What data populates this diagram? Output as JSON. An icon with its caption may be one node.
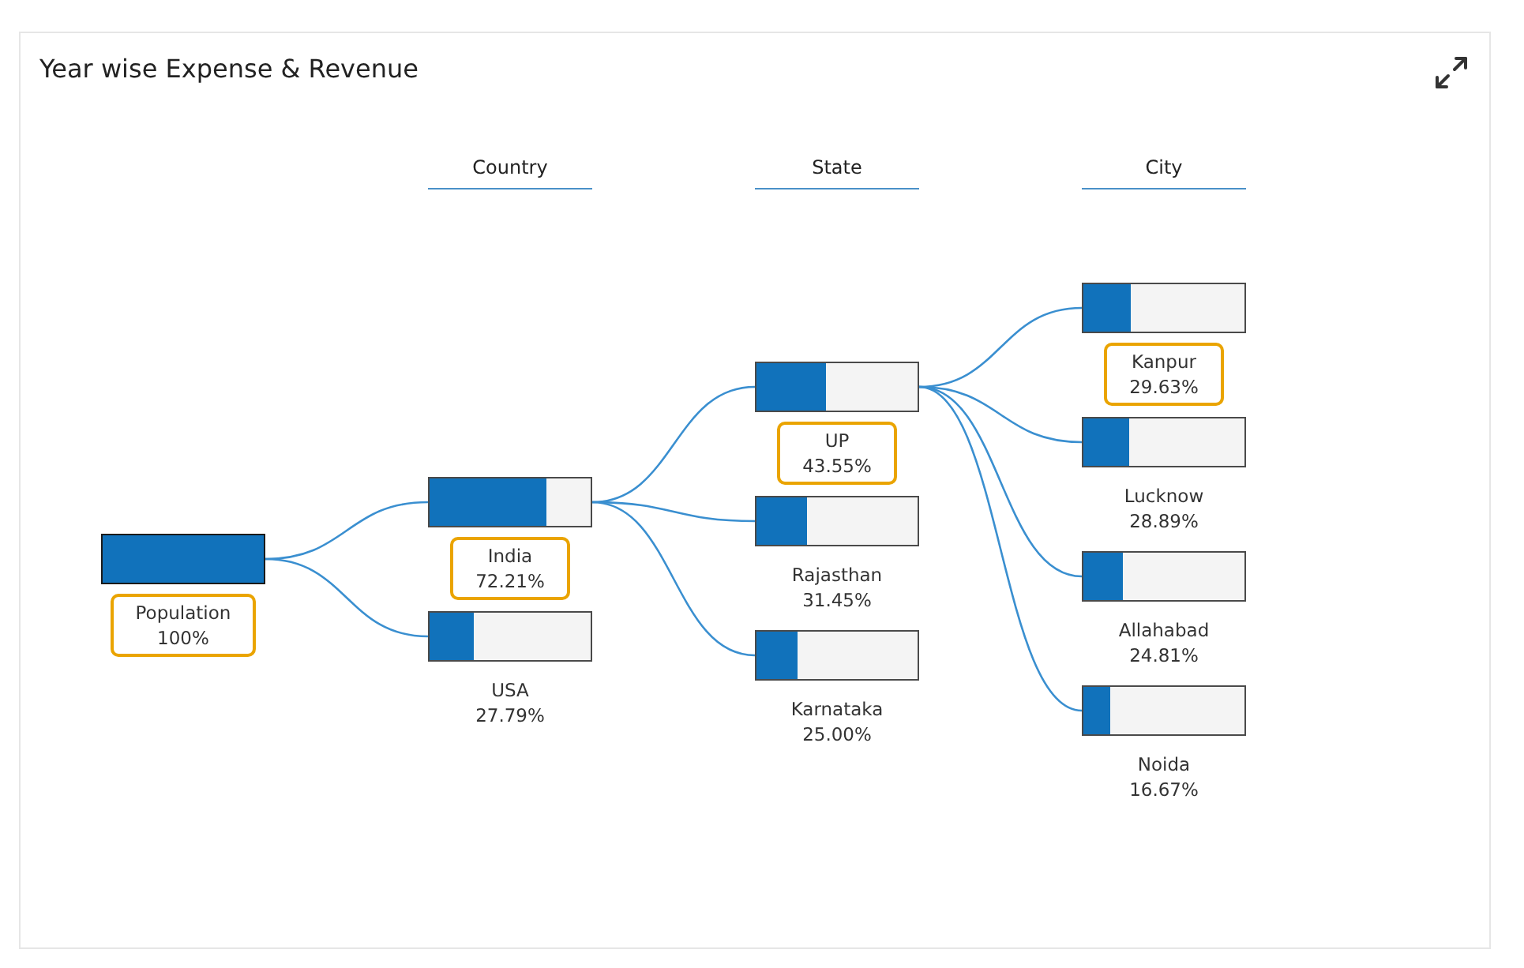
{
  "diagram": {
    "title": "Year wise Expense & Revenue",
    "nodes": [
      {
        "text": [
          "Population",
          "100%"
        ]
      },
      {
        "text": [
          "India",
          "72.21%"
        ]
      },
      {
        "text": [
          "USA",
          "27.79%"
        ]
      },
      {
        "text": [
          "UP",
          "43.55%"
        ]
      },
      {
        "text": [
          "Rajasthan",
          "31.45%"
        ]
      },
      {
        "text": [
          "Karnataka",
          "25.00%"
        ]
      },
      {
        "text": [
          "Kanpur",
          "29.63%"
        ]
      },
      {
        "text": [
          "Lucknow",
          "28.89%"
        ]
      },
      {
        "text": [
          "Allahabad",
          "24.81%"
        ]
      },
      {
        "text": [
          "Noida",
          "16.67%"
        ]
      }
    ],
    "edges": [
      {
        "from": 0,
        "to": 1,
        "arrow": "none"
      },
      {
        "from": 0,
        "to": 2,
        "arrow": "none"
      },
      {
        "from": 1,
        "to": 3,
        "arrow": "none"
      },
      {
        "from": 1,
        "to": 4,
        "arrow": "none"
      },
      {
        "from": 1,
        "to": 5,
        "arrow": "none"
      },
      {
        "from": 3,
        "to": 6,
        "arrow": "none"
      },
      {
        "from": 3,
        "to": 7,
        "arrow": "none"
      },
      {
        "from": 3,
        "to": 8,
        "arrow": "none"
      },
      {
        "from": 3,
        "to": 9,
        "arrow": "none"
      }
    ],
    "labels": [
      "Country",
      "State",
      "City"
    ]
  }
}
